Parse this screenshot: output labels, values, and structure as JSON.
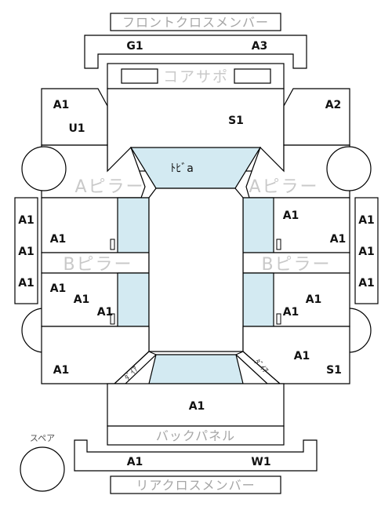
{
  "diagram": {
    "titles": {
      "front_cross_member": "フロントクロスメンバー",
      "core_support": "コアサポ",
      "a_pillar": "Aピラー",
      "b_pillar": "Bピラー",
      "back_panel": "バックパネル",
      "rear_cross_member": "リアクロスメンバー",
      "spare": "スペア",
      "toboard": "ﾄﾋﾞa",
      "diagonal": "ﾀﾞｲｱ"
    },
    "grades": {
      "front_left": "G1",
      "front_right": "A3",
      "left_front_apron": "A1",
      "left_front_fender": "U1",
      "hood_area": "S1",
      "right_front_apron": "A2",
      "left_rocker_top": "A1",
      "left_rocker_mid": "A1",
      "left_rocker_bottom": "A1",
      "right_rocker_top": "A1",
      "right_rocker_mid": "A1",
      "right_rocker_bottom": "A1",
      "left_front_door_inner": "A1",
      "right_front_door_top": "A1",
      "right_front_door_inner": "A1",
      "left_rear_door_top": "A1",
      "left_rear_door_mid": "A1",
      "left_rear_door_inner": "A1",
      "right_rear_door_top": "A1",
      "right_rear_door_inner": "A1",
      "left_quarter": "A1",
      "right_quarter_top": "A1",
      "right_quarter_bottom": "S1",
      "trunk": "A1",
      "rear_left": "A1",
      "rear_right": "W1"
    }
  }
}
